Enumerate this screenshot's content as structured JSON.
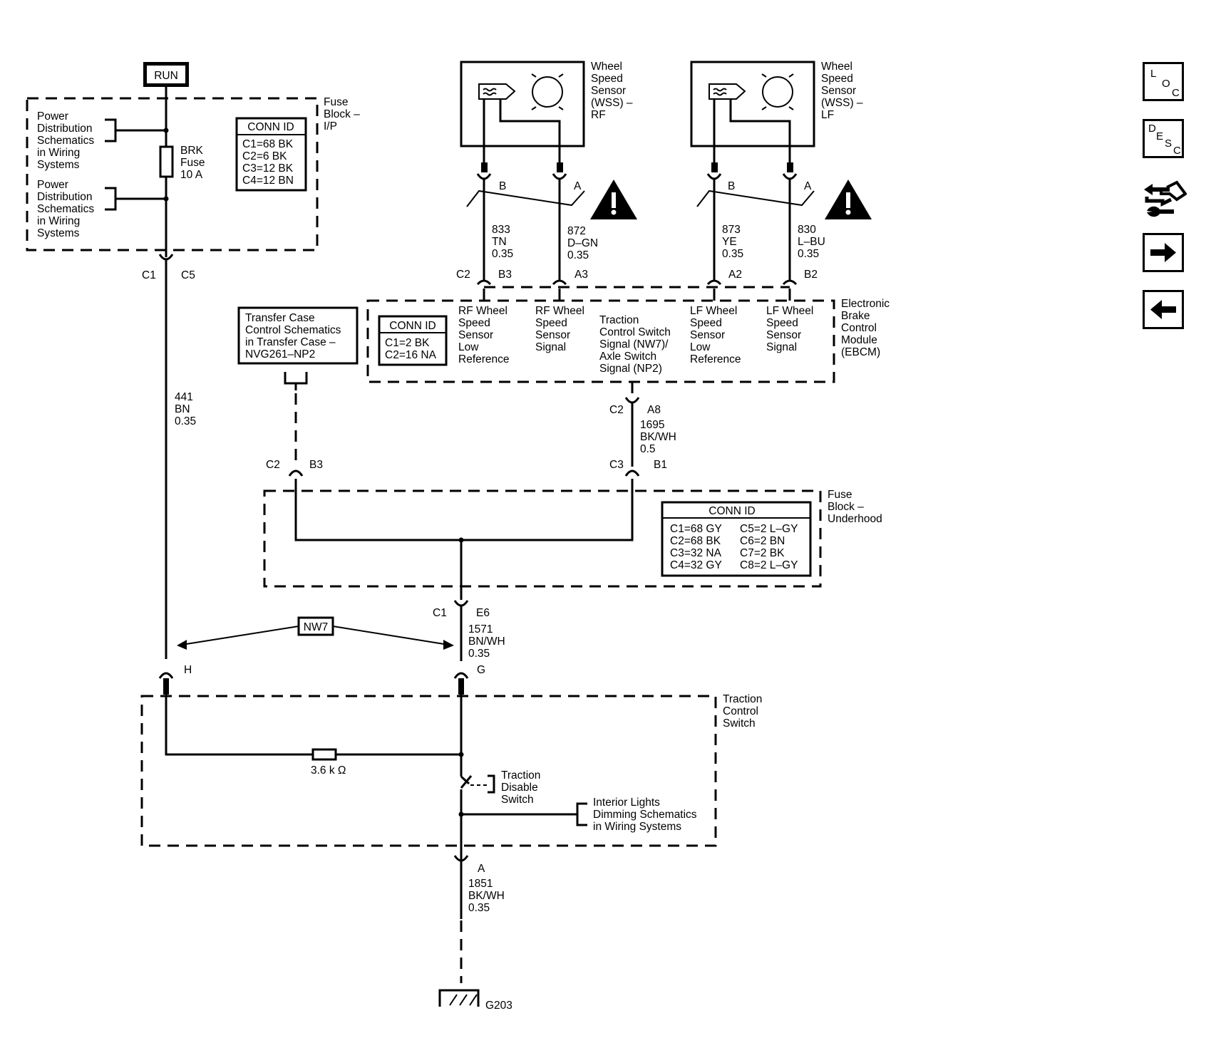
{
  "top": {
    "run_label": "RUN"
  },
  "fuse_ip": {
    "title": [
      "Fuse",
      "Block –",
      "I/P"
    ],
    "pd_ref_1": [
      "Power",
      "Distribution",
      "Schematics",
      "in Wiring",
      "Systems"
    ],
    "pd_ref_2": [
      "Power",
      "Distribution",
      "Schematics",
      "in Wiring",
      "Systems"
    ],
    "fuse": [
      "BRK",
      "Fuse",
      "10 A"
    ],
    "conn_title": "CONN ID",
    "conn_items": [
      "C1=68 BK",
      "C2=6 BK",
      "C3=12 BK",
      "C4=12 BN"
    ],
    "pin_left": "C1",
    "pin_right": "C5"
  },
  "wss_rf": {
    "title": [
      "Wheel",
      "Speed",
      "Sensor",
      "(WSS) –",
      "RF"
    ],
    "pin_b": "B",
    "pin_a": "A",
    "wire_b": [
      "833",
      "TN",
      "0.35"
    ],
    "wire_a": [
      "872",
      "D–GN",
      "0.35"
    ]
  },
  "wss_lf": {
    "title": [
      "Wheel",
      "Speed",
      "Sensor",
      "(WSS) –",
      "LF"
    ],
    "pin_b": "B",
    "pin_a": "A",
    "wire_b": [
      "873",
      "YE",
      "0.35"
    ],
    "wire_a": [
      "830",
      "L–BU",
      "0.35"
    ]
  },
  "ebcm": {
    "title": [
      "Electronic",
      "Brake",
      "Control",
      "Module",
      "(EBCM)"
    ],
    "conn_title": "CONN ID",
    "conn_items": [
      "C1=2 BK",
      "C2=16 NA"
    ],
    "pin_c2": "C2",
    "pins": [
      "B3",
      "A3",
      "A2",
      "B2"
    ],
    "rf_low": [
      "RF Wheel",
      "Speed",
      "Sensor",
      "Low",
      "Reference"
    ],
    "rf_sig": [
      "RF Wheel",
      "Speed",
      "Sensor",
      "Signal"
    ],
    "traction": [
      "Traction",
      "Control Switch",
      "Signal (NW7)/",
      "Axle Switch",
      "Signal (NP2)"
    ],
    "lf_low": [
      "LF Wheel",
      "Speed",
      "Sensor",
      "Low",
      "Reference"
    ],
    "lf_sig": [
      "LF Wheel",
      "Speed",
      "Sensor",
      "Signal"
    ],
    "out_c2": "C2",
    "out_a8": "A8",
    "wire_out": [
      "1695",
      "BK/WH",
      "0.5"
    ]
  },
  "transfer_case": {
    "lines": [
      "Transfer Case",
      "Control Schematics",
      "in Transfer Case –",
      "NVG261–NP2"
    ],
    "pin_c2": "C2",
    "pin_b3": "B3"
  },
  "wire_441": [
    "441",
    "BN",
    "0.35"
  ],
  "fuse_underhood": {
    "title": [
      "Fuse",
      "Block –",
      "Underhood"
    ],
    "conn_title": "CONN ID",
    "conn_left": [
      "C1=68 GY",
      "C2=68 BK",
      "C3=32 NA",
      "C4=32 GY"
    ],
    "conn_right": [
      "C5=2 L–GY",
      "C6=2 BN",
      "C7=2 BK",
      "C8=2 L–GY"
    ],
    "pin_c3": "C3",
    "pin_b1": "B1",
    "out_c1": "C1",
    "out_e6": "E6"
  },
  "wire_1571": [
    "1571",
    "BN/WH",
    "0.35"
  ],
  "option_label": "NW7",
  "traction_switch": {
    "title": [
      "Traction",
      "Control",
      "Switch"
    ],
    "pin_h": "H",
    "pin_g": "G",
    "resistor": "3.6 k Ω",
    "disable": [
      "Traction",
      "Disable",
      "Switch"
    ],
    "dimming": [
      "Interior Lights",
      "Dimming Schematics",
      "in Wiring Systems"
    ],
    "pin_a": "A"
  },
  "wire_1851": [
    "1851",
    "BK/WH",
    "0.35"
  ],
  "ground": "G203",
  "nav": {
    "loc": [
      "L",
      "O",
      "C"
    ],
    "desc": [
      "D",
      "E",
      "S",
      "C"
    ]
  },
  "colors": {
    "ink": "#000000",
    "paper": "#ffffff"
  }
}
